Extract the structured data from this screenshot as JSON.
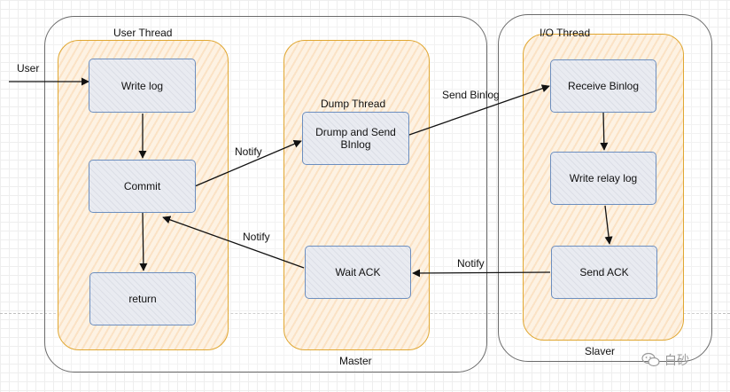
{
  "containers": {
    "master": {
      "label": "Master"
    },
    "slaver": {
      "label": "Slaver"
    }
  },
  "lanes": {
    "user_thread": "User Thread",
    "dump_thread": "Dump Thread",
    "io_thread": "I/O Thread"
  },
  "nodes": {
    "write_log": "Write log",
    "commit": "Commit",
    "return": "return",
    "dump_send": "Drump and Send\nBInlog",
    "wait_ack": "Wait ACK",
    "receive_binlog": "Receive Binlog",
    "write_relay_log": "Write relay log",
    "send_ack": "Send ACK"
  },
  "edges": {
    "user": "User",
    "notify_commit_dump": "Notify",
    "send_binlog": "Send Binlog",
    "notify_wait_commit": "Notify",
    "notify_ack": "Notify"
  },
  "watermark": {
    "icon": "wechat-icon",
    "text": "白砂"
  },
  "colors": {
    "lane_border": "#e0a732",
    "box_border": "#6c8ebf",
    "container_border": "#6b6b6b"
  }
}
